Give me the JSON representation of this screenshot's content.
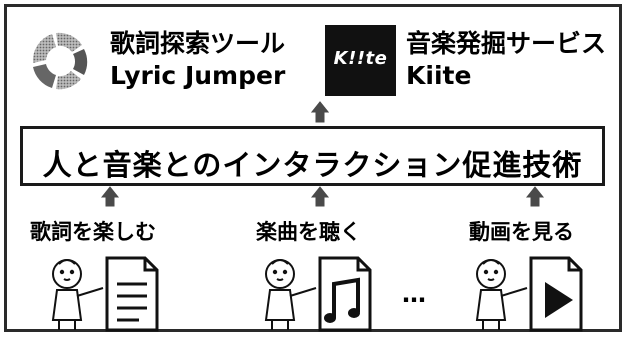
{
  "services": [
    {
      "name_ja": "歌詞探索ツール",
      "name_en": "Lyric Jumper",
      "icon": "lyric-jumper-logo-icon"
    },
    {
      "name_ja": "音楽発掘サービス",
      "name_en": "Kiite",
      "logo_text": "K!!te",
      "icon": "kiite-logo-icon"
    }
  ],
  "technology": {
    "label": "人と音楽とのインタラクション促進技術"
  },
  "activities": [
    {
      "label": "歌詞を楽しむ",
      "icon": "lyrics-document-icon"
    },
    {
      "label": "楽曲を聴く",
      "icon": "music-note-icon"
    },
    {
      "label": "動画を見る",
      "icon": "video-play-icon"
    }
  ],
  "ellipsis": "…",
  "colors": {
    "arrow": "#4a4a4a",
    "line": "#111111",
    "logo_gray": "#9a9a9a"
  }
}
